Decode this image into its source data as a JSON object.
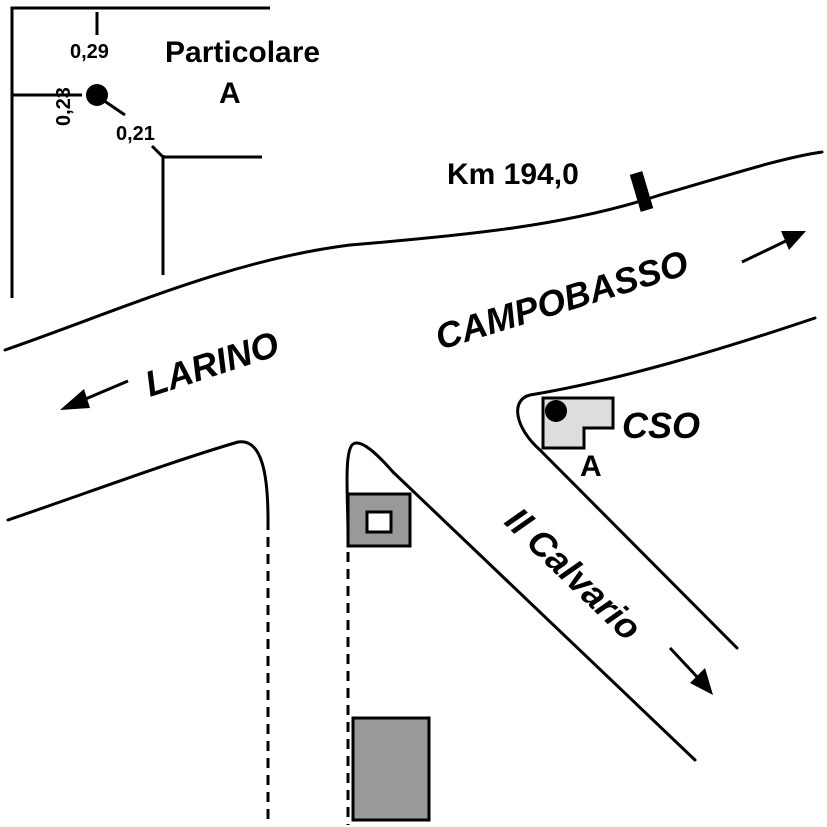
{
  "detail": {
    "title_line1": "Particolare",
    "title_line2": "A",
    "dist_top": "0,29",
    "dist_left": "0,23",
    "dist_diag": "0,21"
  },
  "km_marker": "Km 194,0",
  "roads": {
    "west": "LARINO",
    "east": "CAMPOBASSO",
    "southeast": "Il Calvario"
  },
  "site": {
    "name": "CSO",
    "point_label": "A"
  },
  "colors": {
    "building_fill": "#999999",
    "site_fill": "#dddddd",
    "line": "#000000"
  }
}
